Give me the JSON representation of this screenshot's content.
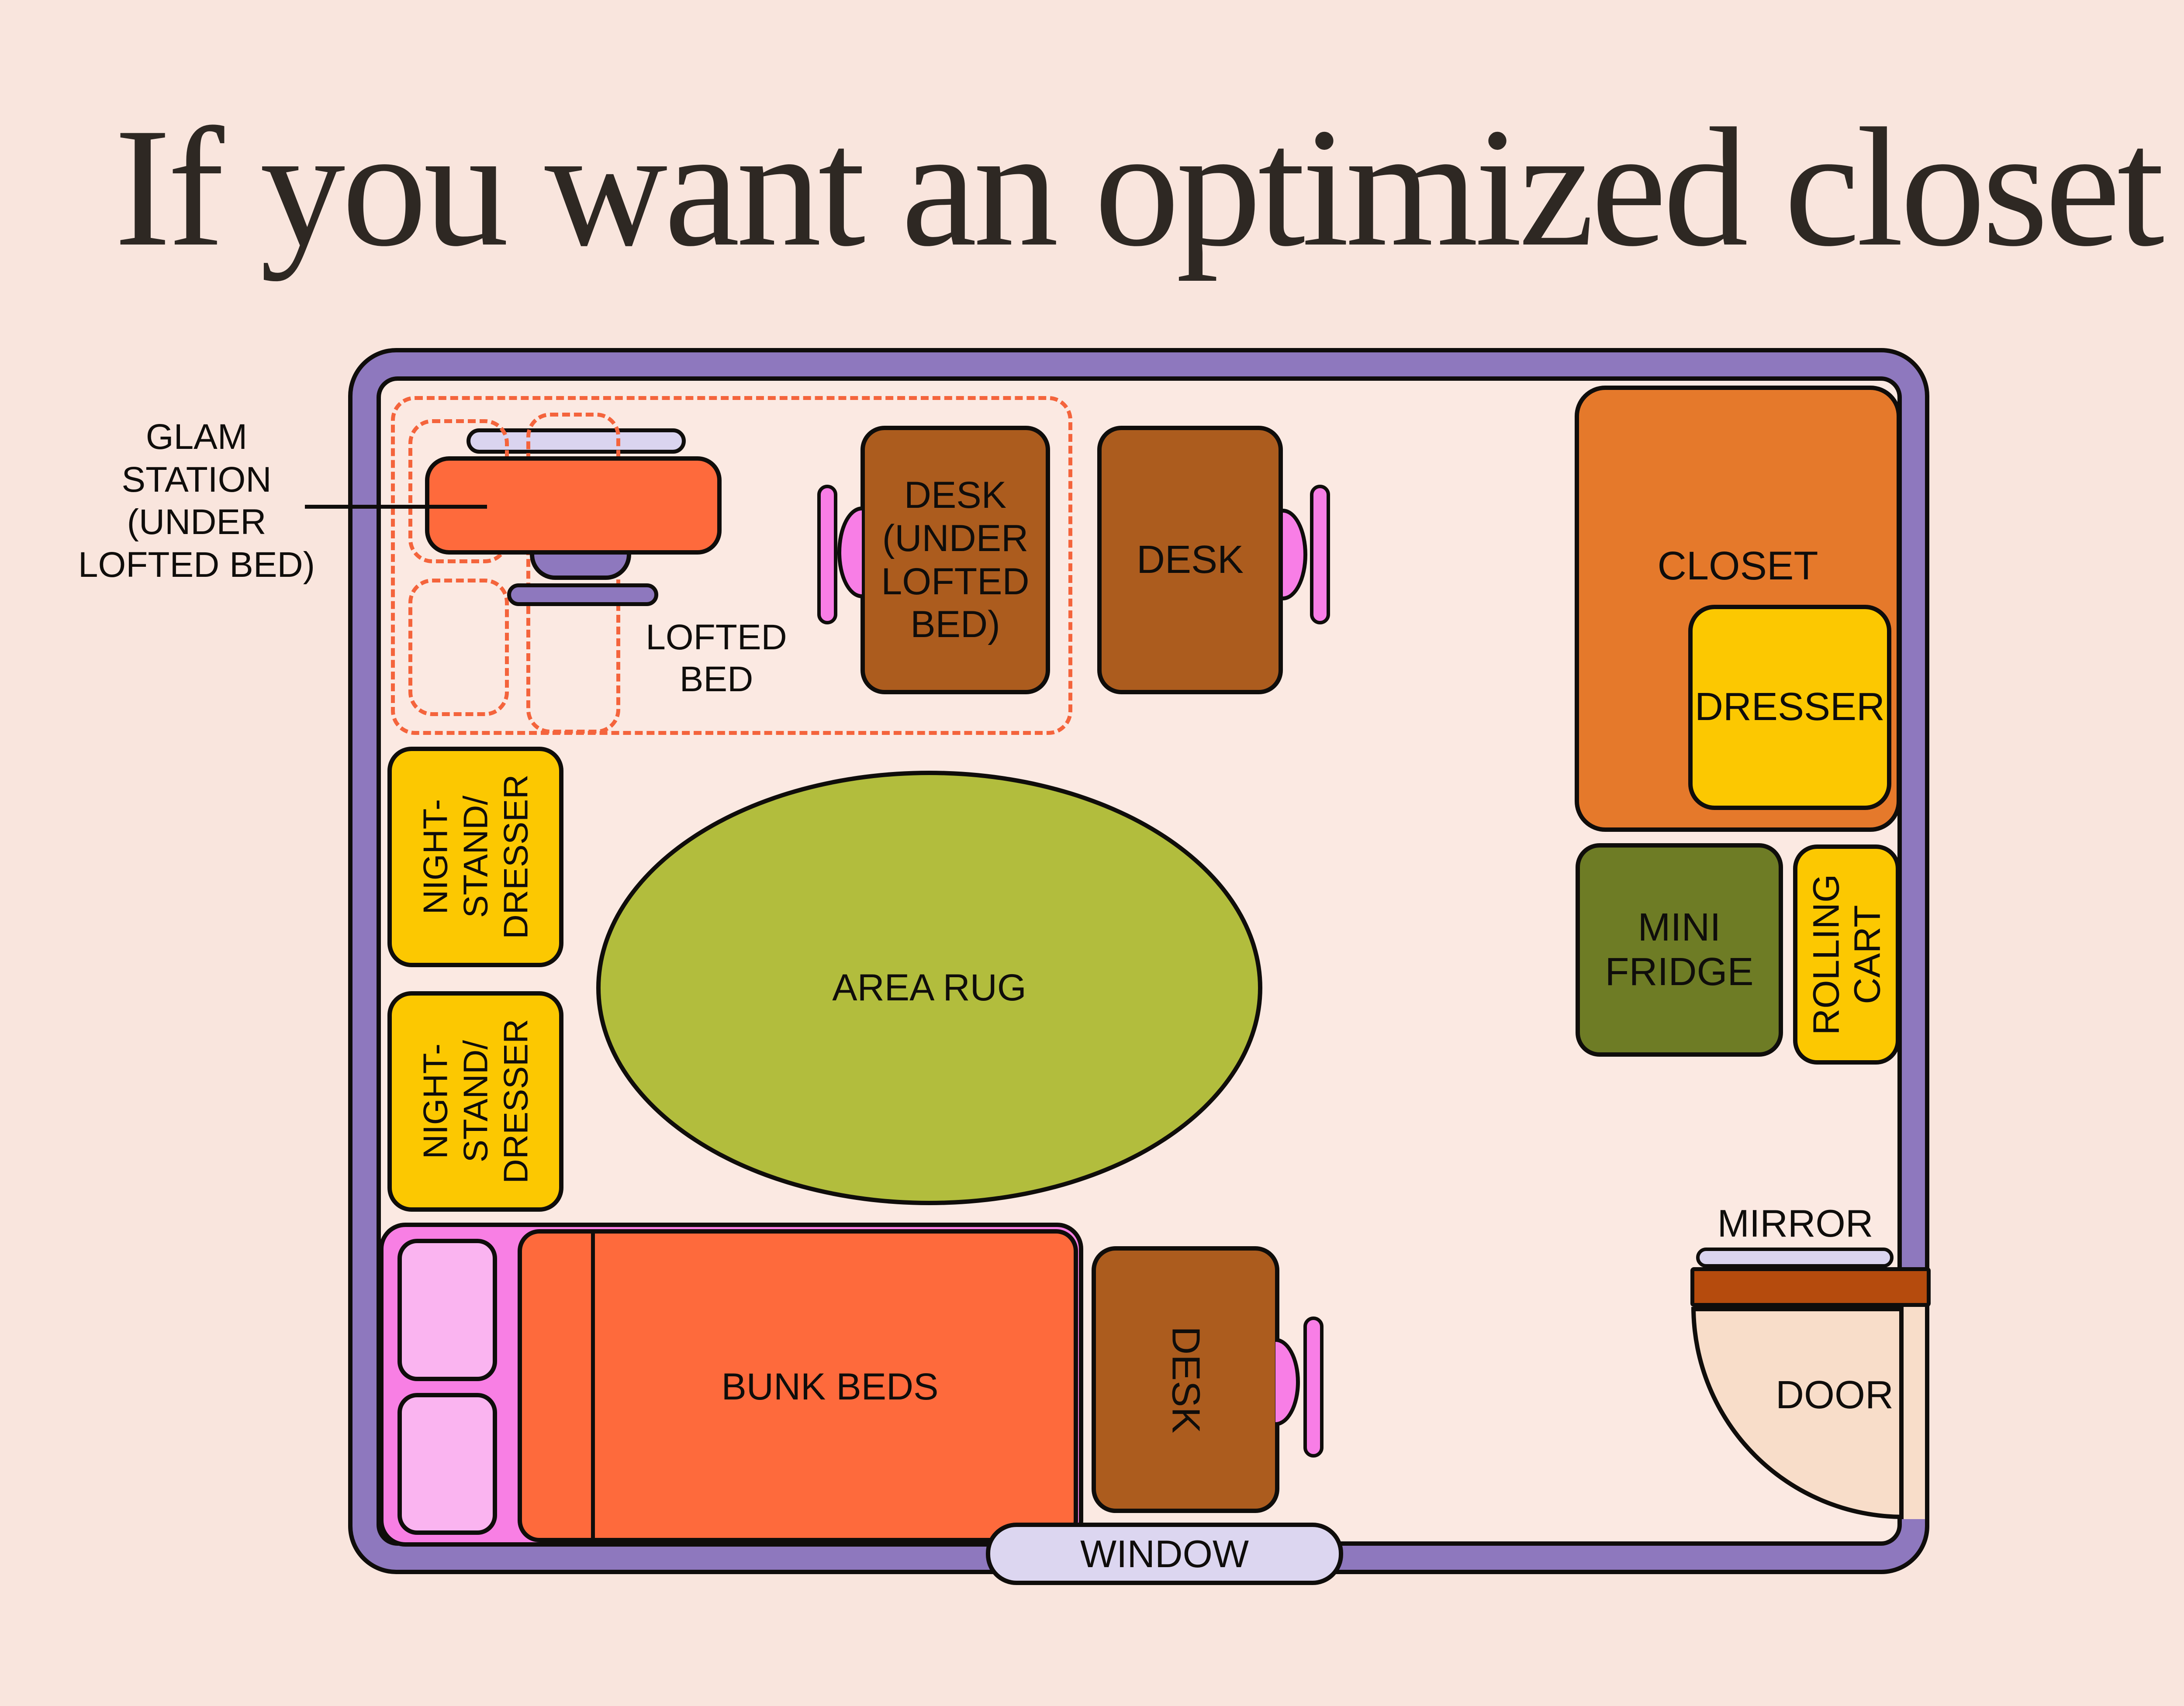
{
  "title": "If you want an optimized closet",
  "colors": {
    "background": "#f9e5dd",
    "floor": "#fbe9e2",
    "wall_purple": "#8e78be",
    "outline_black": "#0f0d0b",
    "dashed_orange": "#f4643c",
    "furniture_orange": "#fe6a3c",
    "closet_orange": "#e5792b",
    "desk_brown": "#ac5c1e",
    "accent_yellow": "#fcc801",
    "fridge_olive": "#6e7c25",
    "rug_green": "#b2bd3d",
    "bed_magenta": "#f87fe4",
    "pillow_pink": "#fab4f0",
    "chair_pink": "#f87ee6",
    "lavender": "#dad4ef",
    "window_lavender": "#dcd6f0",
    "door_rust": "#b54b0d",
    "door_swing_peach": "#f8ddc9"
  },
  "labels": {
    "glam_station": "GLAM\nSTATION\n(UNDER\nLOFTED BED)",
    "lofted_bed": "LOFTED\nBED",
    "desk_under_lofted_bed": "DESK\n(UNDER\nLOFTED\nBED)",
    "desk_top": "DESK",
    "closet": "CLOSET",
    "dresser": "DRESSER",
    "nightstand_dresser_1": "NIGHT-\nSTAND/\nDRESSER",
    "nightstand_dresser_2": "NIGHT-\nSTAND/\nDRESSER",
    "area_rug": "AREA RUG",
    "mini_fridge": "MINI\nFRIDGE",
    "rolling_cart": "ROLLING\nCART",
    "mirror": "MIRROR",
    "door": "DOOR",
    "bunk_beds": "BUNK BEDS",
    "desk_bottom": "DESK",
    "window": "WINDOW"
  }
}
